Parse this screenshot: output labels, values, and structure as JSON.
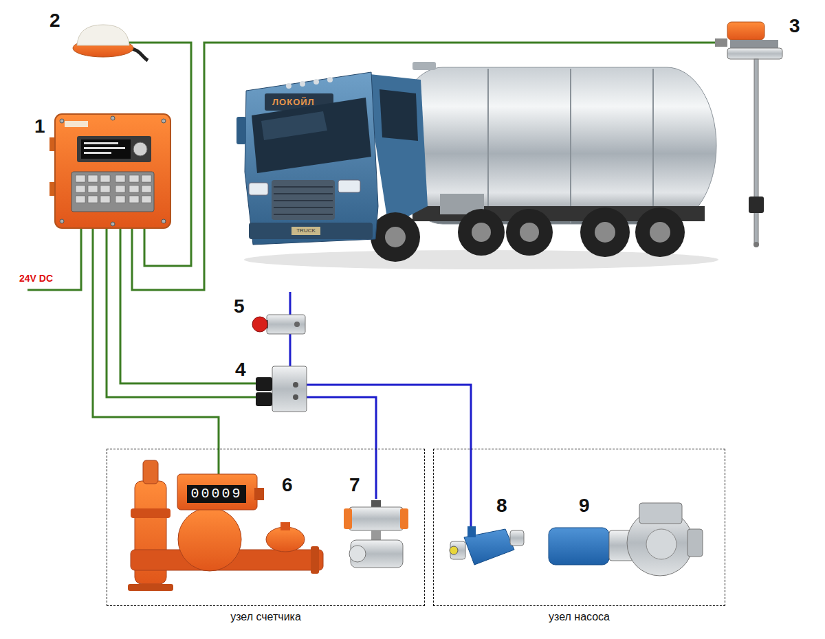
{
  "diagram": {
    "nodes": [
      {
        "text": [
          "узел счетчика"
        ]
      },
      {
        "text": [
          "узел насоса"
        ]
      }
    ],
    "labels": [
      "2",
      "3",
      "1",
      "ЛОКОЙЛ",
      "TRUCK",
      "24V DC",
      "5",
      "4",
      "6",
      "7",
      "8",
      "9",
      "00009"
    ]
  }
}
